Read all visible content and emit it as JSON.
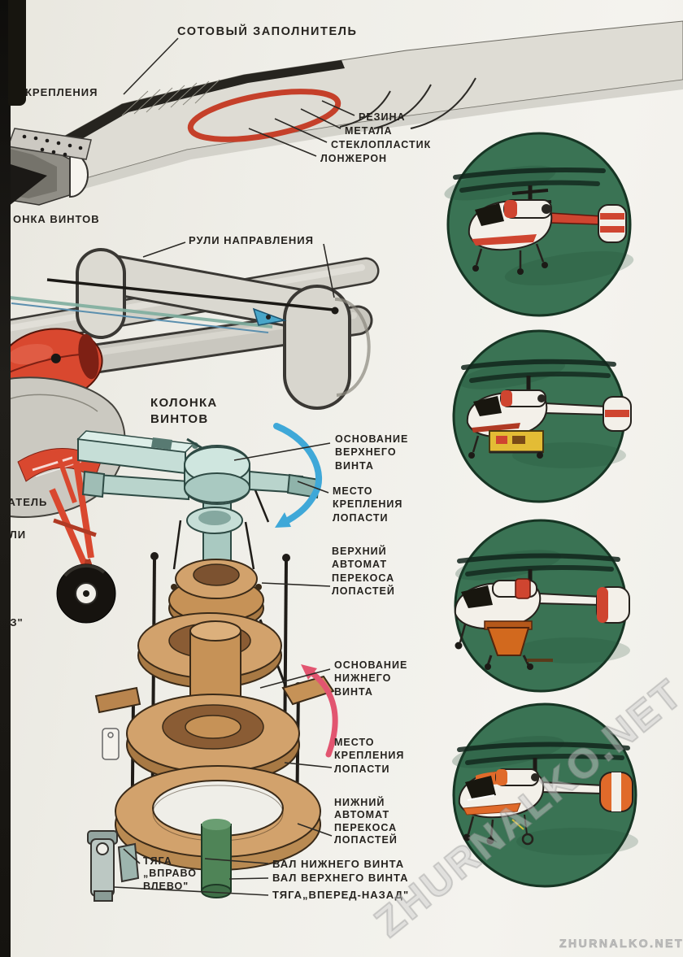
{
  "document": {
    "type": "scanned magazine diagram page",
    "subject": "coaxial helicopter rotor system and blade construction"
  },
  "callouts": {
    "honeycomb": "СОТОВЫЙ ЗАПОЛНИТЕЛЬ",
    "attachment_cut": "А КРЕПЛЕНИЯ",
    "rubber": "РЕЗИНА",
    "metal": "МЕТАЛА",
    "fiberglass": "СТЕКЛОПЛАСТИК",
    "spar": "ЛОНЖЕРОН",
    "rotor_column_cut": "ОНКА ВИНТОВ",
    "rudders": "РУЛИ НАПРАВЛЕНИЯ",
    "rotor_column": "КОЛОНКА\nВИНТОВ",
    "upper_rotor_base": "ОСНОВАНИЕ\nВЕРХНЕГО\nВИНТА",
    "blade_mount_upper": "МЕСТО\nКРЕПЛЕНИЯ\nЛОПАСТИ",
    "upper_swashplate": "ВЕРХНИЙ\nАВТОМАТ\nПЕРЕКОСА\nЛОПАСТЕЙ",
    "lower_rotor_base": "ОСНОВАНИЕ\nНИЖНЕГО\nВИНТА",
    "blade_mount_lower": "МЕСТО\nКРЕПЛЕНИЯ\nЛОПАСТИ",
    "lower_swashplate": "НИЖНИЙ\nАВТОМАТ\nПЕРЕКОСА\nЛОПАСТЕЙ",
    "engine_cut": "ГАТЕЛЬ",
    "eli_cut": "ЕЛИ",
    "az_cut": "АЗ\"",
    "rod_left_right": "ТЯГА\n„ВПРАВО\nВЛЕВО\"",
    "lower_rotor_shaft": "ВАЛ НИЖНЕГО ВИНТА",
    "upper_rotor_shaft": "ВАЛ ВЕРХНЕГО ВИНТА",
    "rod_fwd_back": "ТЯГА„ВПЕРЕД-НАЗАД\""
  },
  "watermarks": {
    "diagonal": "ZHURNALKO.NET",
    "corner": "ZHURNALKO.NET"
  },
  "illustration_circles": [
    {
      "name": "coaxial-helicopter-in-flight"
    },
    {
      "name": "helicopter-with-cargo-platform"
    },
    {
      "name": "helicopter-with-spray-hopper"
    },
    {
      "name": "helicopter-with-sling-hook"
    }
  ],
  "colors": {
    "page_bg": "#efeee8",
    "highlight_red": "#c5402a",
    "arrow_blue": "#3fa8d8",
    "arrow_pink": "#e25570",
    "circle_green": "#3a7354",
    "rotor_teal": "#bcd8d0",
    "swashplate_tan": "#d2a26c",
    "shaft_green": "#4f8457",
    "label_ink": "#26231f"
  }
}
